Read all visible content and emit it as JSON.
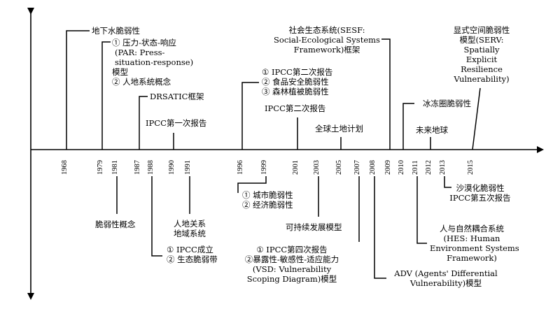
{
  "years": [
    "1968",
    "1979",
    "1981",
    "1987",
    "1988",
    "1990",
    "1991",
    "1996",
    "1999",
    "2001",
    "2003",
    "2005",
    "2007",
    "2008",
    "2009",
    "2010",
    "2011",
    "2012",
    "2013",
    "2015"
  ],
  "events": {
    "e1968": [
      "地下水脆弱性"
    ],
    "e1979": [
      "① 压力-状态-响应",
      "(PAR: Press-",
      "situation-response)",
      "模型",
      "② 人地系统概念"
    ],
    "e1981": [
      "脆弱性概念"
    ],
    "e1987": [
      "DRSATIC框架"
    ],
    "e1988": [
      "① IPCC成立",
      "② 生态脆弱带"
    ],
    "e1990": [
      "IPCC第一次报告"
    ],
    "e1991": [
      "人地关系",
      "地域系统"
    ],
    "e1996": [
      "① IPCC第二次报告",
      "② 食品安全脆弱性",
      "③ 森林植被脆弱性"
    ],
    "e1999": [
      "① 城市脆弱性",
      "② 经济脆弱性"
    ],
    "e2001": [
      "IPCC第二次报告"
    ],
    "e2003": [
      "可持续发展模型"
    ],
    "e2005": [
      "全球土地计划"
    ],
    "e2007": [
      "① IPCC第四次报告",
      "②暴露性-敏感性-适应能力",
      "(VSD: Vulnerability",
      "Scoping Diagram)模型"
    ],
    "e2008": [
      "ADV (Agents' Differential",
      "Vulnerability)模型"
    ],
    "e2009": [
      "社会生态系统(SESF:",
      "Social-Ecological Systems",
      "Framework)框架"
    ],
    "e2010": [
      "冰冻圈脆弱性"
    ],
    "e2011": [
      "人与自然耦合系统",
      "(HES: Human",
      "Environment Systems",
      "Framework)"
    ],
    "e2012": [
      "未来地球"
    ],
    "e2013": [
      "沙漠化脆弱性",
      "IPCC第五次报告"
    ],
    "e2015": [
      "显式空间脆弱性",
      "模型(SERV:",
      "Spatially",
      "Explicit",
      "Resilience",
      "Vulnerability)"
    ]
  }
}
